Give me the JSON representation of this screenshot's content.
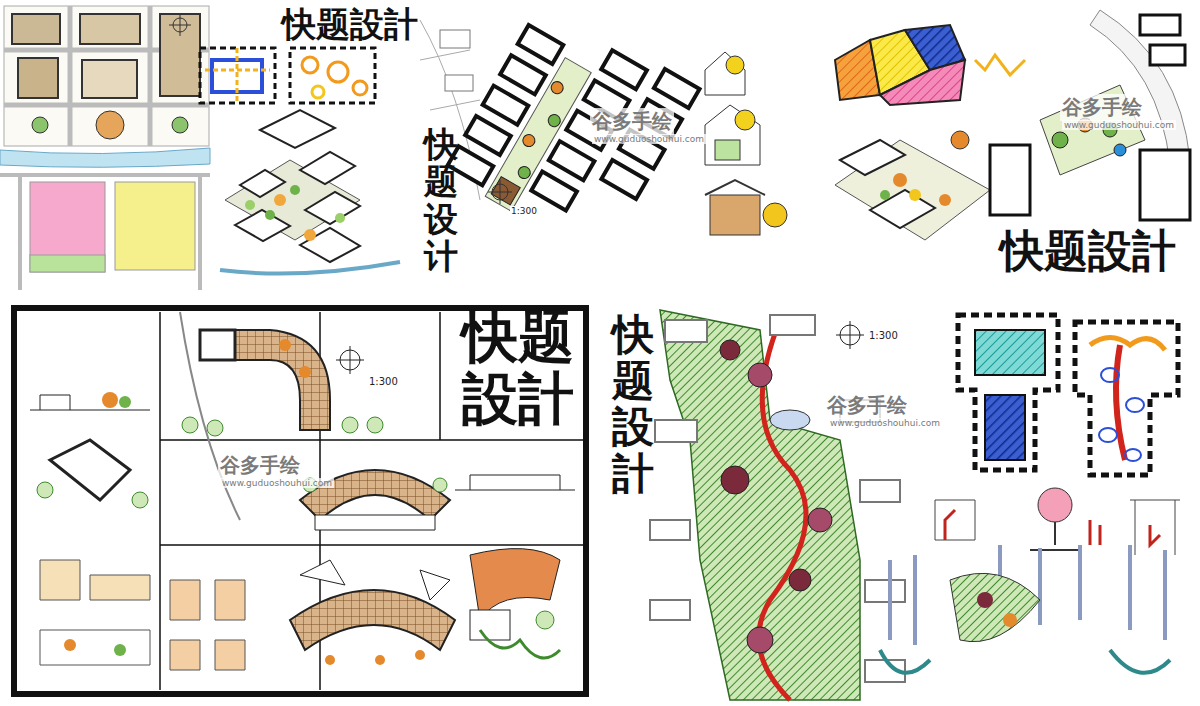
{
  "diagram": {
    "labels": [
      "快题設計",
      "快题设计",
      "快题設計",
      "快题設計",
      "快题設計",
      "谷多手绘",
      "www.guduoshouhui.com",
      "谷多手绘",
      "www.guduoshouhui.com",
      "谷多手绘",
      "www.guduoshouhui.com",
      "谷多手绘",
      "www.guduoshouhui.com",
      "1:300",
      "1:300",
      "1:300"
    ]
  }
}
